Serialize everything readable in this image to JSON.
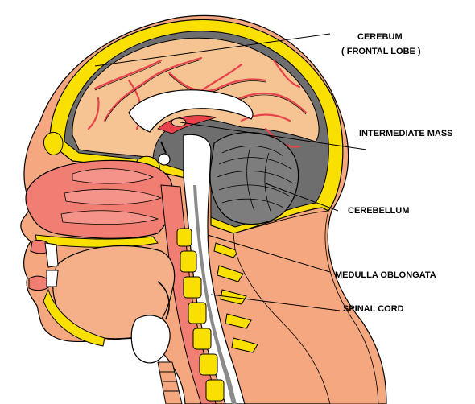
{
  "labels": {
    "cerebum": "CEREBUM",
    "frontal_lobe": "( FRONTAL LOBE )",
    "intermediate_mass": "INTERMEDIATE MASS",
    "cerebellum": "CEREBELLUM",
    "medulla_oblongata": "MEDULLA OBLONGATA",
    "spinal_cord": "SPINAL CORD"
  },
  "colors": {
    "skin": "#f5a77f",
    "skull": "#f9e000",
    "brain": "#f5c492",
    "vessel": "#e8434b",
    "ventricle": "#ffffff",
    "cerebellum": "#7d7d7d",
    "nasal": "#f07e72",
    "muscle": "#f5b08a",
    "dura": "#6e6e6e",
    "outline": "#000000"
  }
}
